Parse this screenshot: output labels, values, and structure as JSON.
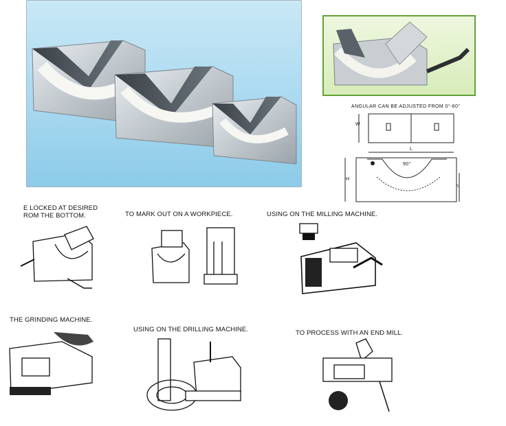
{
  "drawing": {
    "note": "ANGULAR CAN BE ADJUSTED FROM 0°-60°",
    "dim_w": "W",
    "dim_l": "L",
    "dim_h_left": "H",
    "dim_h_right": "h",
    "angle": "90°"
  },
  "captions": {
    "locked": [
      "E LOCKED AT DESIRED",
      "ROM THE BOTTOM."
    ],
    "mark_out": "TO MARK OUT ON A WORKPIECE.",
    "milling": "USING ON THE MILLING MACHINE.",
    "grinding": "THE GRINDING MACHINE.",
    "drilling": "USING ON THE DRILLING MACHINE.",
    "end_mill": "TO PROCESS WITH AN END MILL."
  }
}
